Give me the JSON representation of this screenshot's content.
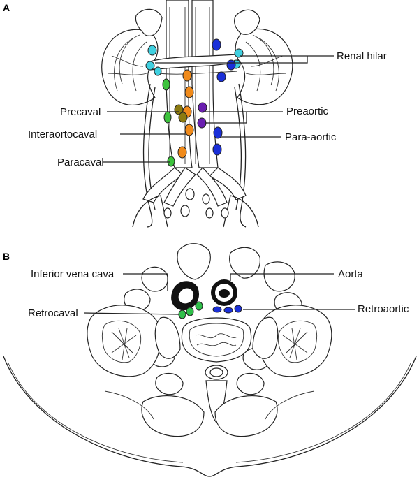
{
  "panels": {
    "a": {
      "letter": "A",
      "labels": {
        "renal_hilar": "Renal hilar",
        "precaval": "Precaval",
        "preaortic": "Preaortic",
        "interaortocaval": "Interaortocaval",
        "para_aortic": "Para-aortic",
        "paracaval": "Paracaval"
      }
    },
    "b": {
      "letter": "B",
      "labels": {
        "ivc": "Inferior vena cava",
        "aorta": "Aorta",
        "retrocaval": "Retrocaval",
        "retroaortic": "Retroaortic"
      }
    }
  },
  "colors": {
    "renal_hilar": "#3fd0e0",
    "precaval": "#8b7a10",
    "preaortic": "#6a1fb0",
    "interaortocaval": "#f08a1a",
    "para_aortic": "#1a2fd8",
    "paracaval": "#3cc23c",
    "retrocaval": "#2fbf4a",
    "retroaortic": "#1a2fd8"
  }
}
